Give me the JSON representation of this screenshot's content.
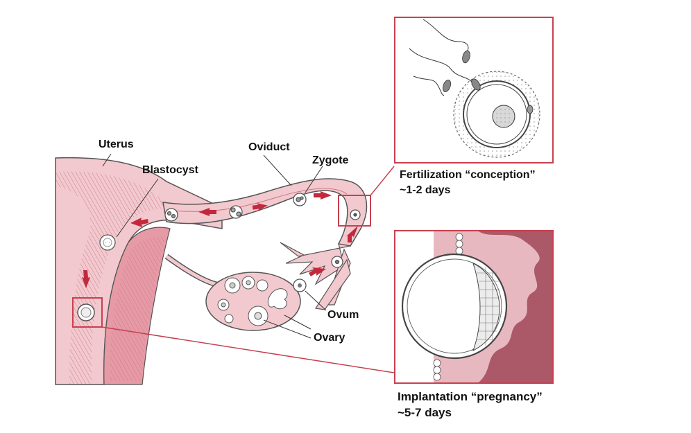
{
  "labels": {
    "uterus": "Uterus",
    "blastocyst": "Blastocyst",
    "oviduct": "Oviduct",
    "zygote": "Zygote",
    "ovum": "Ovum",
    "ovary": "Ovary"
  },
  "insets": {
    "fertilization": {
      "caption_line1": "Fertilization “conception”",
      "caption_line2": "~1-2 days"
    },
    "implantation": {
      "caption_line1": "Implantation “pregnancy”",
      "caption_line2": "~5-7 days"
    }
  },
  "colors": {
    "tissue_pink": "#f2c9cf",
    "tissue_mid": "#e59aa6",
    "arrow_red": "#c3283c",
    "frame_red": "#c8404f",
    "endometrium_dark": "#c8707e"
  }
}
